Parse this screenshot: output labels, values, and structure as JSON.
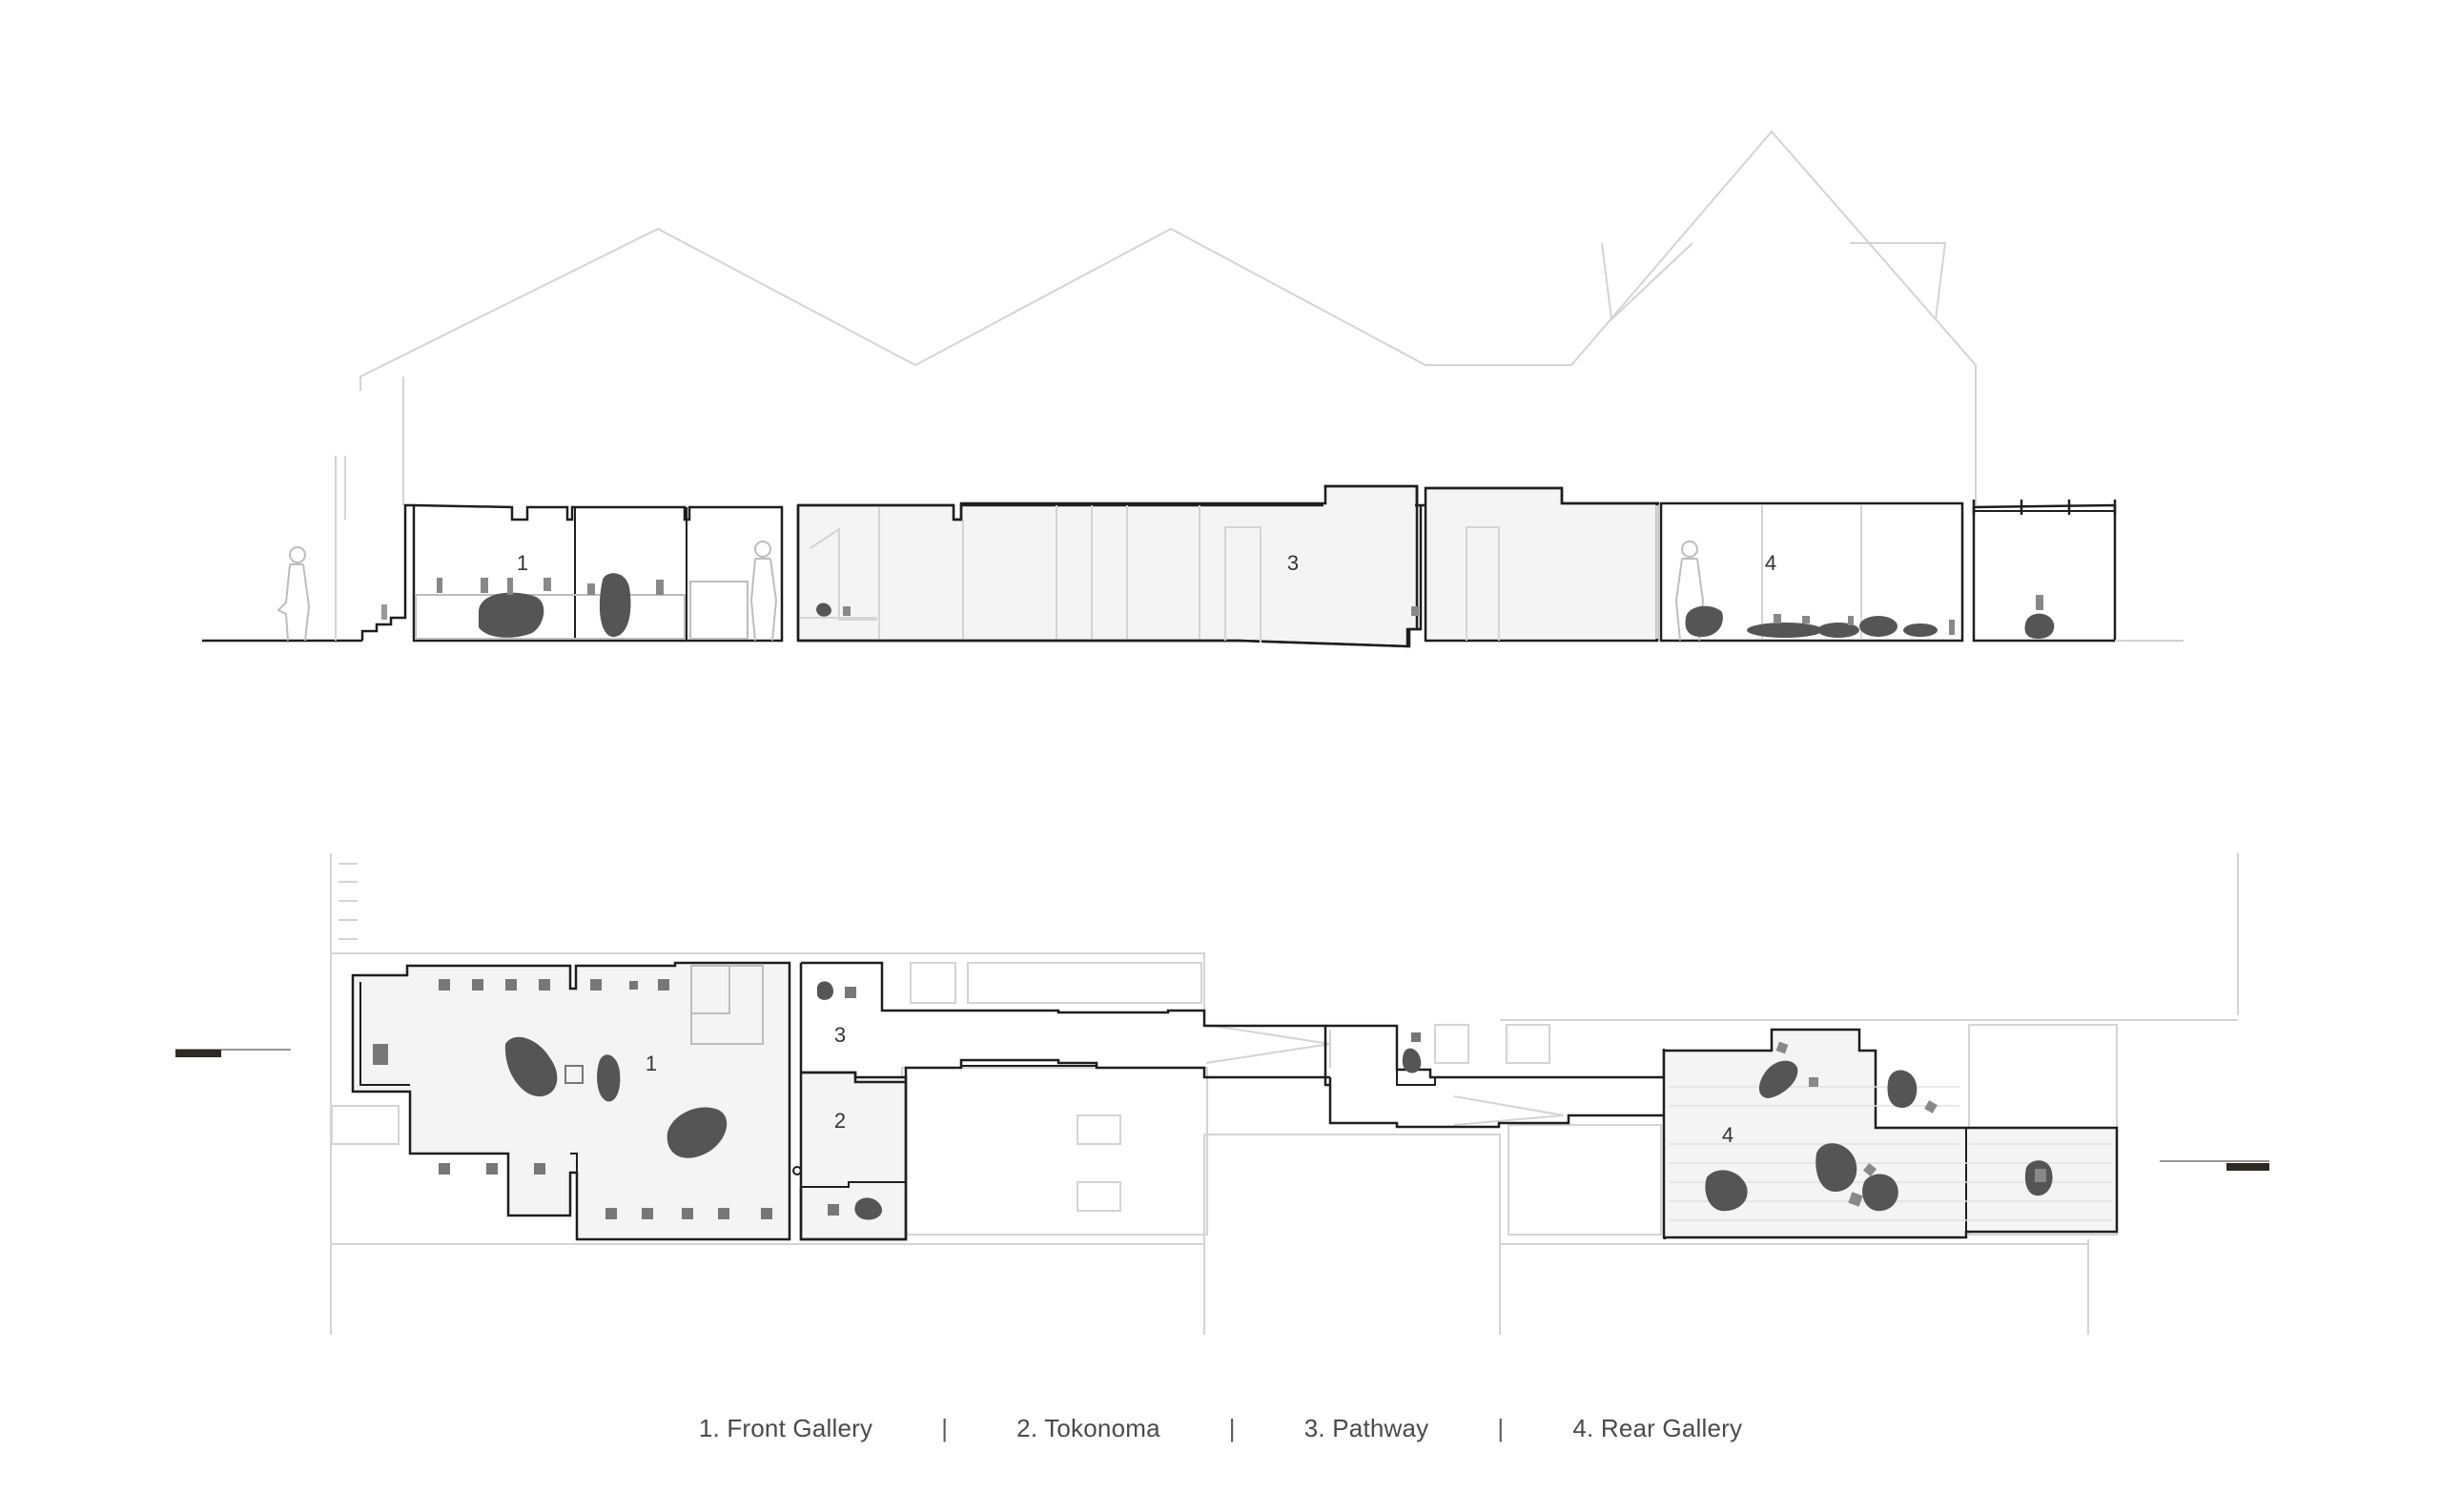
{
  "section_labels": [
    "1",
    "3",
    "4"
  ],
  "plan_labels": [
    "3",
    "1",
    "2",
    "4"
  ],
  "legend": [
    {
      "label": "1. Front Gallery"
    },
    {
      "label": "2. Tokonoma"
    },
    {
      "label": "3. Pathway"
    },
    {
      "label": "4. Rear Gallery"
    }
  ],
  "legend_separator": "|",
  "colors": {
    "outline": "#1e1e1e",
    "faint_line": "#d4d4d4",
    "stone_fill": "#555555",
    "floor_fill": "#f4f4f4",
    "north_bar": "#2c2a22"
  }
}
